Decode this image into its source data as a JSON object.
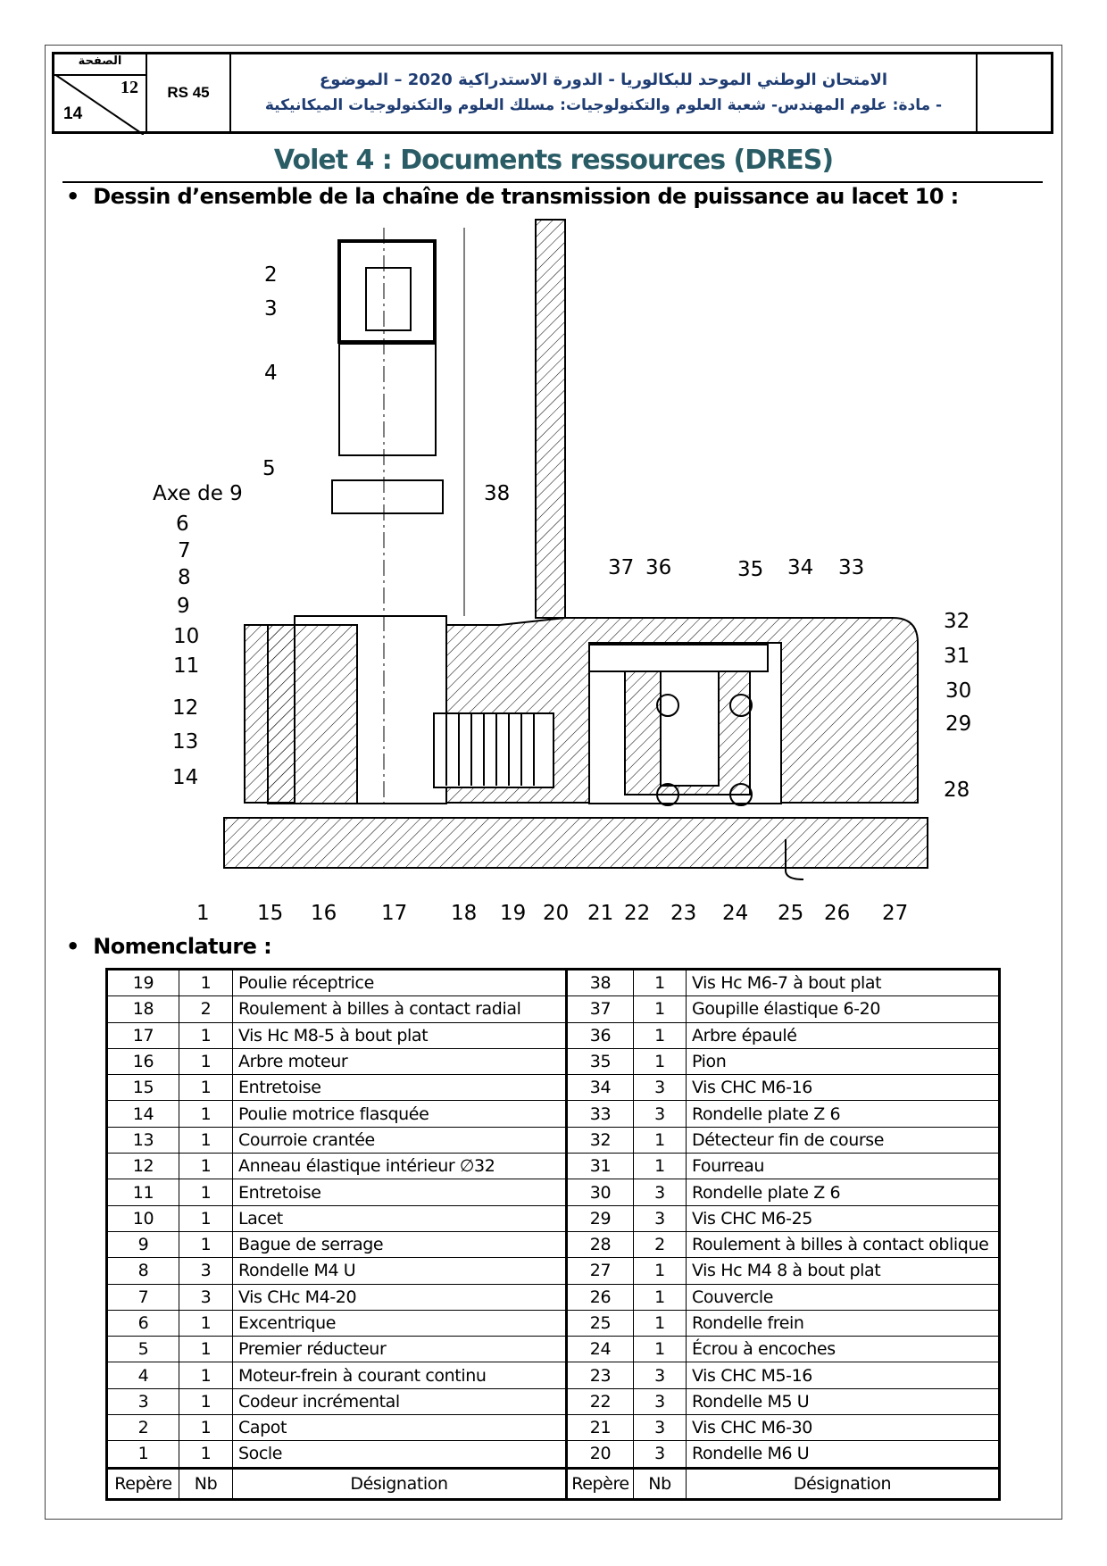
{
  "header": {
    "page_label": "الصفحة",
    "page_number": "12",
    "page_total": "14",
    "code": "RS 45",
    "line1": "الامتحان الوطني الموحد للبكالوريا - الدورة الاستدراكية 2020 – الموضوع",
    "line2": "- مادة: علوم المهندس- شعبة العلوم والتكنولوجيات: مسلك العلوم والتكنولوجيات الميكانيكية"
  },
  "title": "Volet 4 : Documents ressources (DRES)",
  "drawing_heading": "Dessin d’ensemble de la chaîne de transmission de puissance au lacet 10 :",
  "nomenclature_heading": "Nomenclature :",
  "drawing_labels": {
    "axe": "Axe de 9",
    "l1": "1",
    "l2": "2",
    "l3": "3",
    "l4": "4",
    "l5": "5",
    "l6": "6",
    "l7": "7",
    "l8": "8",
    "l9": "9",
    "l10": "10",
    "l11": "11",
    "l12": "12",
    "l13": "13",
    "l14": "14",
    "l15": "15",
    "l16": "16",
    "l17": "17",
    "l18": "18",
    "l19": "19",
    "l20": "20",
    "l21": "21",
    "l22": "22",
    "l23": "23",
    "l24": "24",
    "l25": "25",
    "l26": "26",
    "l27": "27",
    "l28": "28",
    "l29": "29",
    "l30": "30",
    "l31": "31",
    "l32": "32",
    "l33": "33",
    "l34": "34",
    "l35": "35",
    "l36": "36",
    "l37": "37",
    "l38": "38"
  },
  "table": {
    "columns": [
      "Repère",
      "Nb",
      "Désignation"
    ],
    "left": [
      [
        "19",
        "1",
        "Poulie réceptrice"
      ],
      [
        "18",
        "2",
        "Roulement à billes à contact radial"
      ],
      [
        "17",
        "1",
        "Vis Hc M8-5  à bout plat"
      ],
      [
        "16",
        "1",
        "Arbre moteur"
      ],
      [
        "15",
        "1",
        "Entretoise"
      ],
      [
        "14",
        "1",
        "Poulie motrice flasquée"
      ],
      [
        "13",
        "1",
        "Courroie crantée"
      ],
      [
        "12",
        "1",
        "Anneau élastique intérieur ∅32"
      ],
      [
        "11",
        "1",
        "Entretoise"
      ],
      [
        "10",
        "1",
        "Lacet"
      ],
      [
        "9",
        "1",
        "Bague de serrage"
      ],
      [
        "8",
        "3",
        "Rondelle M4 U"
      ],
      [
        "7",
        "3",
        "Vis CHc M4-20"
      ],
      [
        "6",
        "1",
        "Excentrique"
      ],
      [
        "5",
        "1",
        "Premier réducteur"
      ],
      [
        "4",
        "1",
        "Moteur-frein à courant continu"
      ],
      [
        "3",
        "1",
        "Codeur incrémental"
      ],
      [
        "2",
        "1",
        "Capot"
      ],
      [
        "1",
        "1",
        "Socle"
      ]
    ],
    "right": [
      [
        "38",
        "1",
        "Vis Hc M6-7 à bout plat"
      ],
      [
        "37",
        "1",
        "Goupille élastique 6-20"
      ],
      [
        "36",
        "1",
        "Arbre épaulé"
      ],
      [
        "35",
        "1",
        "Pion"
      ],
      [
        "34",
        "3",
        "Vis CHC M6-16"
      ],
      [
        "33",
        "3",
        "Rondelle plate Z 6"
      ],
      [
        "32",
        "1",
        "Détecteur fin de course"
      ],
      [
        "31",
        "1",
        "Fourreau"
      ],
      [
        "30",
        "3",
        "Rondelle plate Z 6"
      ],
      [
        "29",
        "3",
        "Vis CHC M6-25"
      ],
      [
        "28",
        "2",
        "Roulement à billes à contact oblique"
      ],
      [
        "27",
        "1",
        "Vis Hc M4 8 à bout plat"
      ],
      [
        "26",
        "1",
        "Couvercle"
      ],
      [
        "25",
        "1",
        "Rondelle frein"
      ],
      [
        "24",
        "1",
        "Écrou à encoches"
      ],
      [
        "23",
        "3",
        "Vis CHC M5-16"
      ],
      [
        "22",
        "3",
        "Rondelle M5 U"
      ],
      [
        "21",
        "3",
        "Vis CHC M6-30"
      ],
      [
        "20",
        "3",
        "Rondelle M6 U"
      ]
    ]
  }
}
